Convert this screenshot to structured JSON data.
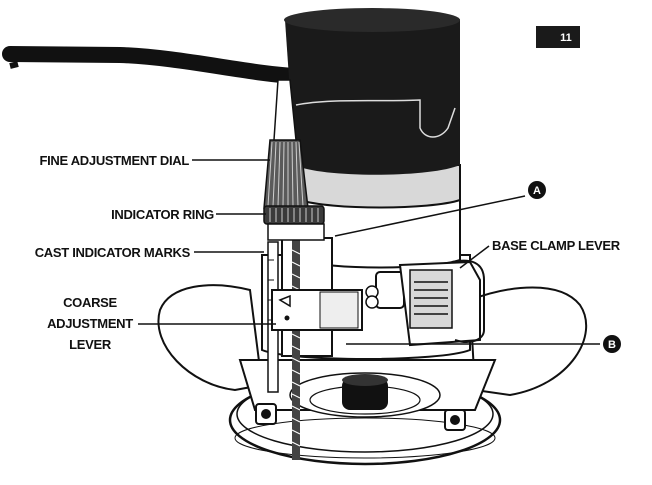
{
  "figure": {
    "number": "11"
  },
  "labels": {
    "fine_adjustment_dial": "FINE ADJUSTMENT DIAL",
    "indicator_ring": "INDICATOR RING",
    "cast_indicator_marks": "CAST INDICATOR MARKS",
    "coarse_adjustment_lever_line1": "COARSE",
    "coarse_adjustment_lever_line2": "ADJUSTMENT",
    "coarse_adjustment_lever_line3": "LEVER",
    "base_clamp_lever": "BASE CLAMP LEVER"
  },
  "callouts": {
    "a": "A",
    "b": "B"
  },
  "colors": {
    "ink": "#111111",
    "paper": "#ffffff",
    "motor": "#1a1a1a",
    "gray": "#bdbdbd"
  }
}
